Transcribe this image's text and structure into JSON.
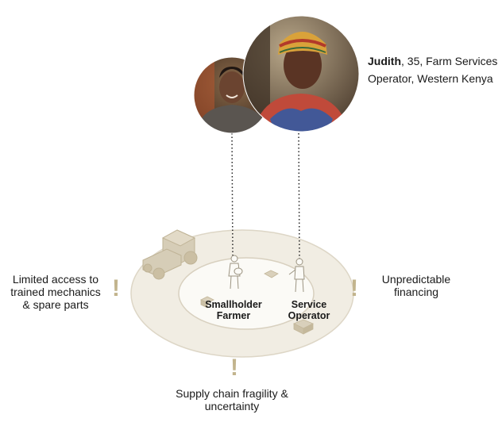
{
  "colors": {
    "ring_fill": "#f1ede3",
    "ring_stroke": "#ddd6c6",
    "inner_fill": "#fbfaf6",
    "sketch": "#cfc5ae",
    "exclamation": "#c2b48d",
    "text": "#1a1a1a",
    "dotted_line": "#222222"
  },
  "icons": {
    "barrier_icon": "exclamation-mark",
    "tractor": "tractor-illustration",
    "farmer_figure": "smallholder-farmer-figure",
    "operator_figure": "service-operator-figure"
  },
  "profile": {
    "name": "Judith",
    "details": ", 35, Farm Services Operator, Western Kenya"
  },
  "center_labels": {
    "farmer": "Smallholder Farmer",
    "operator": "Service Operator"
  },
  "barriers": {
    "left": "Limited access to trained mechanics & spare parts",
    "right": "Unpredictable financing",
    "bottom": "Supply chain fragility & uncertainty"
  }
}
